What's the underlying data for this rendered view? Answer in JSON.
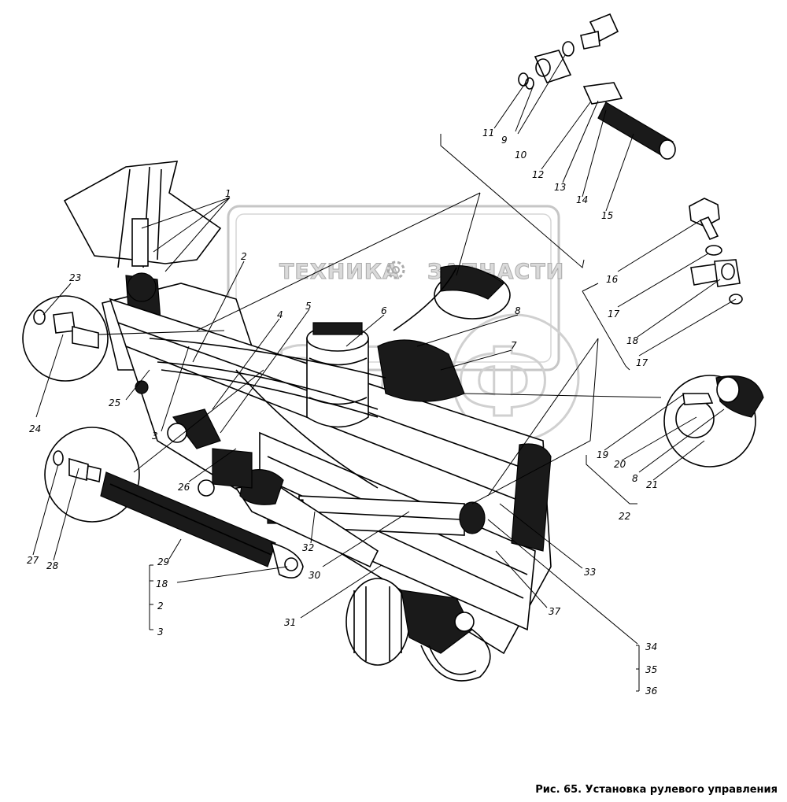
{
  "caption": "Рис. 65. Установка рулевого управления",
  "watermark": {
    "left_text": "ТЕХНИКА",
    "right_text": "ЗАПЧАСТИ",
    "gear_icon": "gear-icon",
    "logo_letters": "ЭЛ Ф"
  },
  "labels": {
    "l1": "1",
    "l2": "2",
    "l3a": "3",
    "l4": "4",
    "l5": "5",
    "l6": "6",
    "l7": "7",
    "l8a": "8",
    "l9": "9",
    "l10": "10",
    "l11": "11",
    "l12": "12",
    "l13": "13",
    "l14": "14",
    "l15": "15",
    "l16": "16",
    "l17a": "17",
    "l18a": "18",
    "l17b": "17",
    "l19": "19",
    "l20": "20",
    "l8b": "8",
    "l21": "21",
    "l22": "22",
    "l23": "23",
    "l24": "24",
    "l25": "25",
    "l3b": "3",
    "l26": "26",
    "l27": "27",
    "l28": "28",
    "l29": "29",
    "l18b": "18",
    "l2b": "2",
    "l3c": "3",
    "l30": "30",
    "l31": "31",
    "l32": "32",
    "l33": "33",
    "l34": "34",
    "l35": "35",
    "l36": "36",
    "l37": "37"
  }
}
